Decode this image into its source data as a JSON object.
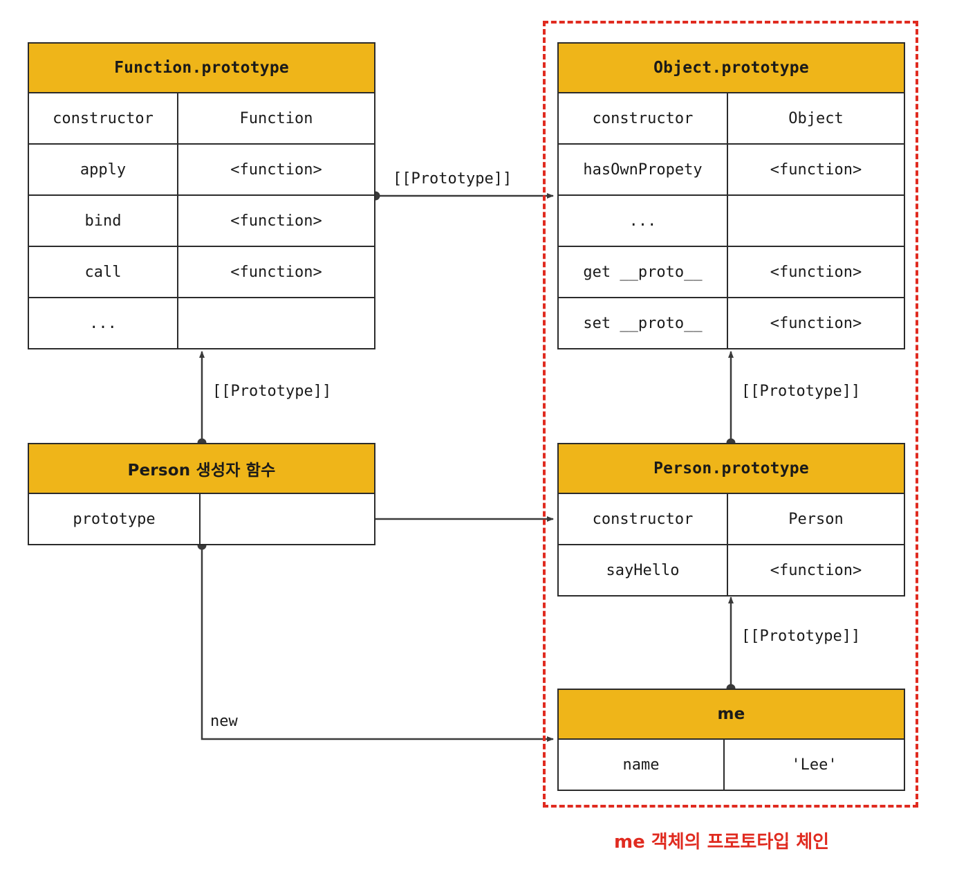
{
  "diagram": {
    "title_caption": "me 객체의 프로토타입 체인",
    "accent_color": "#efb519",
    "highlight_color": "#e02b20",
    "line_color": "#2b2b2b"
  },
  "boxes": {
    "function_prototype": {
      "title": "Function.prototype",
      "rows": [
        {
          "key": "constructor",
          "value": "Function"
        },
        {
          "key": "apply",
          "value": "<function>"
        },
        {
          "key": "bind",
          "value": "<function>"
        },
        {
          "key": "call",
          "value": "<function>"
        },
        {
          "key": "...",
          "value": ""
        }
      ]
    },
    "object_prototype": {
      "title": "Object.prototype",
      "rows": [
        {
          "key": "constructor",
          "value": "Object"
        },
        {
          "key": "hasOwnPropety",
          "value": "<function>"
        },
        {
          "key": "...",
          "value": ""
        },
        {
          "key": "get __proto__",
          "value": "<function>"
        },
        {
          "key": "set __proto__",
          "value": "<function>"
        }
      ]
    },
    "person_constructor": {
      "title": "Person 생성자 함수",
      "rows": [
        {
          "key": "prototype",
          "value": ""
        }
      ]
    },
    "person_prototype": {
      "title": "Person.prototype",
      "rows": [
        {
          "key": "constructor",
          "value": "Person"
        },
        {
          "key": "sayHello",
          "value": "<function>"
        }
      ]
    },
    "me_object": {
      "title": "me",
      "rows": [
        {
          "key": "name",
          "value": "'Lee'"
        }
      ]
    }
  },
  "edges": {
    "fnproto_to_objproto": "[[Prototype]]",
    "person_to_fnproto": "[[Prototype]]",
    "personproto_to_objproto": "[[Prototype]]",
    "me_to_personproto": "[[Prototype]]",
    "person_new_me": "new"
  }
}
